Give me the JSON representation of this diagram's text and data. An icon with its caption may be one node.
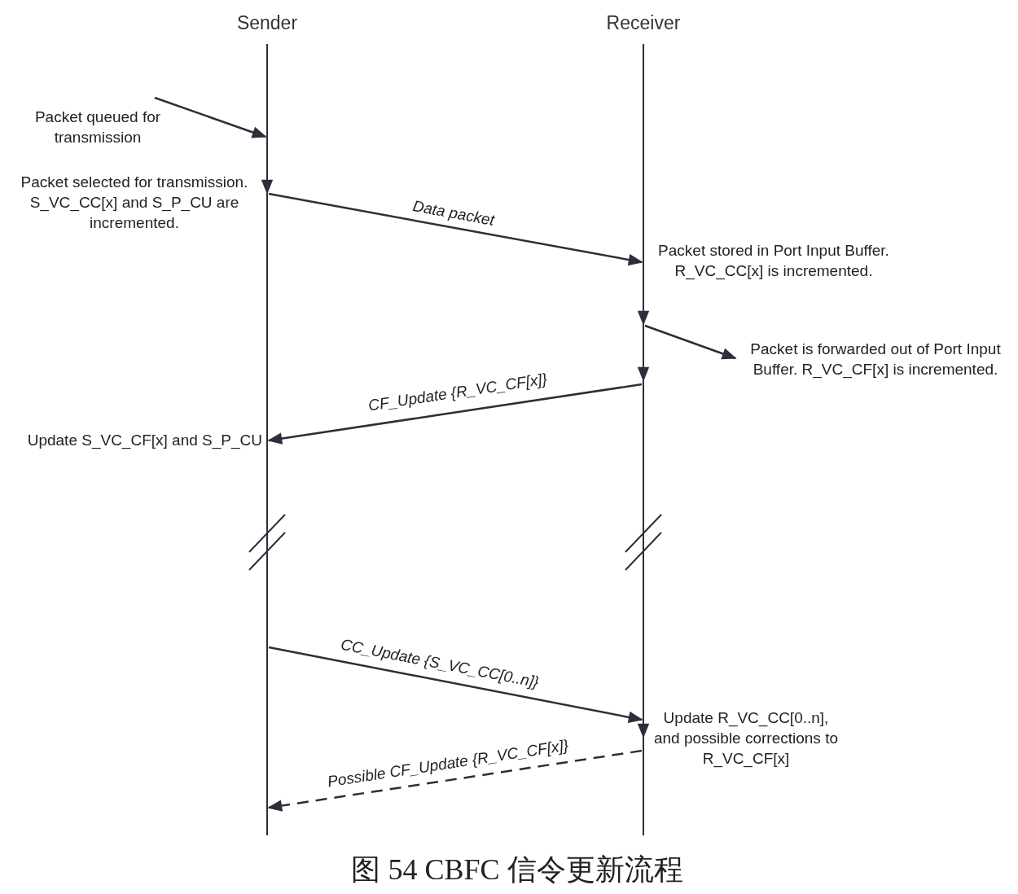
{
  "diagram": {
    "caption": "图 54 CBFC 信令更新流程",
    "nodes": [
      {
        "text": [
          "Sender"
        ]
      },
      {
        "text": [
          "Receiver"
        ]
      },
      {
        "text": [
          "Packet is forwarded out of Port Input Buffer. R_VC_CF[x] is incremented."
        ]
      }
    ],
    "edges": [
      {
        "from": null,
        "to": 0,
        "arrow": "to"
      },
      {
        "from": 0,
        "to": 1,
        "arrow": "to",
        "label": "Data packet"
      },
      {
        "from": 1,
        "to": 2,
        "arrow": "to"
      },
      {
        "from": 1,
        "to": 0,
        "arrow": "to",
        "label": "CF_Update {R_VC_CF[x]}"
      },
      {
        "from": 0,
        "to": 1,
        "arrow": "to",
        "label": "CC_Update {S_VC_CC[0..n]}"
      },
      {
        "from": 1,
        "to": 0,
        "arrow": "to",
        "label": "Possible CF_Update {R_VC_CF[x]}",
        "style": "dashed"
      }
    ],
    "labels": [
      "Packet queued for transmission",
      "Packet selected for transmission. S_VC_CC[x] and S_P_CU are incremented.",
      "Packet stored in Port Input Buffer. R_VC_CC[x] is incremented.",
      "Update S_VC_CF[x] and S_P_CU",
      "Update R_VC_CC[0..n], and possible corrections to R_VC_CF[x]"
    ]
  }
}
